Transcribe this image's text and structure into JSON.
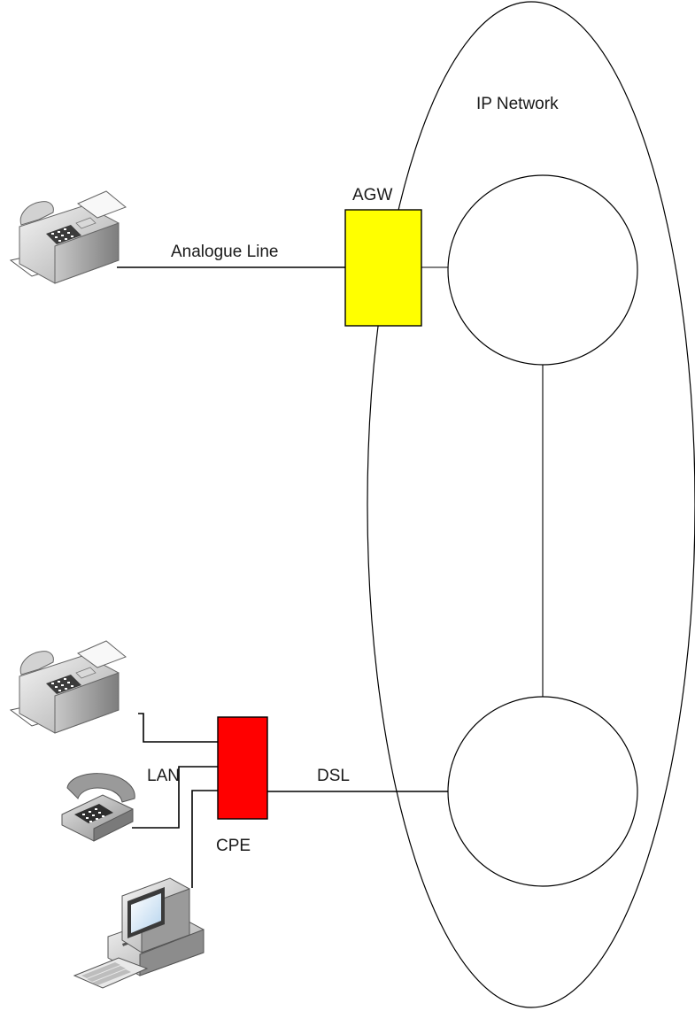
{
  "labels": {
    "network": "IP Network",
    "agw": "AGW",
    "analogue_line": "Analogue Line",
    "lan": "LAN",
    "dsl": "DSL",
    "cpe": "CPE"
  },
  "devices": {
    "fax_top": "fax-machine-icon",
    "fax_bottom": "fax-machine-icon",
    "telephone": "telephone-icon",
    "computer": "desktop-computer-icon"
  },
  "colors": {
    "agw_fill": "#ffff00",
    "cpe_fill": "#ff0000"
  }
}
